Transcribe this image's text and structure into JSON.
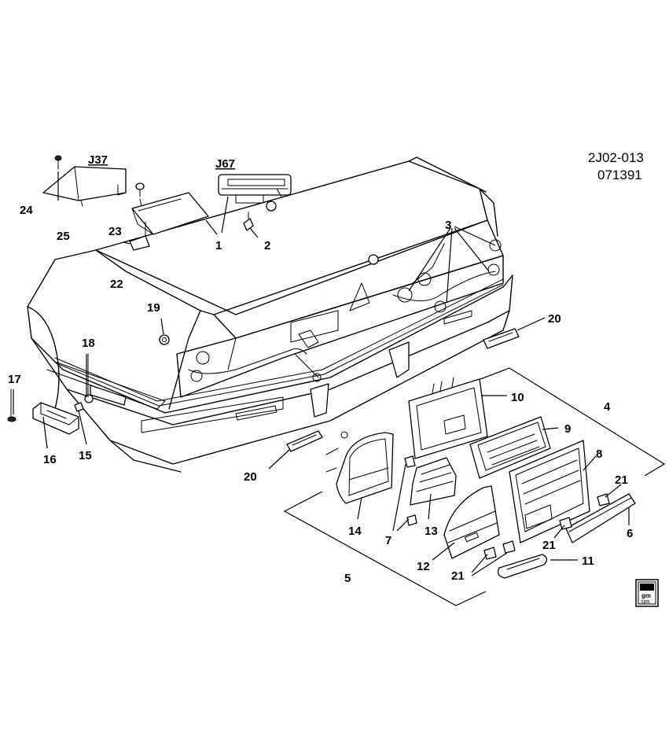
{
  "drawing": {
    "code": "2J02-013",
    "date_code": "071391"
  },
  "variants": {
    "j37": "J37",
    "j67": "J67"
  },
  "callouts": {
    "c1": "1",
    "c2": "2",
    "c3": "3",
    "c4": "4",
    "c5": "5",
    "c6": "6",
    "c7": "7",
    "c8": "8",
    "c9": "9",
    "c10": "10",
    "c11": "11",
    "c12": "12",
    "c13": "13",
    "c14": "14",
    "c15": "15",
    "c16": "16",
    "c17": "17",
    "c18": "18",
    "c19": "19",
    "c20a": "20",
    "c20b": "20",
    "c21a": "21",
    "c21b": "21",
    "c21c": "21",
    "c22": "22",
    "c23": "23",
    "c24": "24",
    "c25": "25"
  },
  "logo": {
    "line1": "gm",
    "line2": "spo"
  }
}
